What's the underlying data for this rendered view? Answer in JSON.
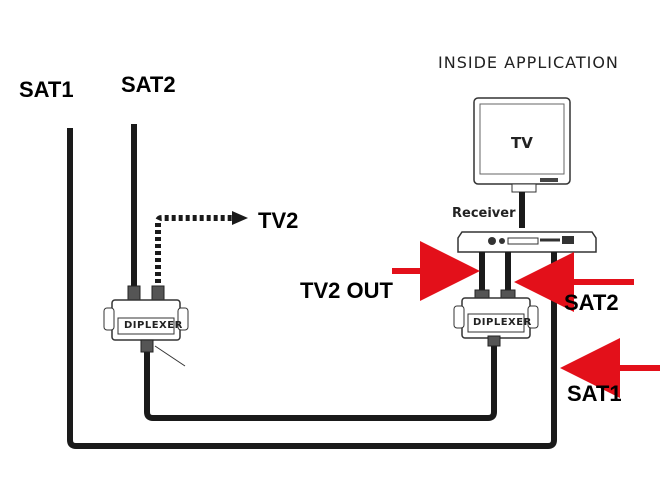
{
  "header": {
    "title": "INSIDE APPLICATION"
  },
  "labels": {
    "sat1_top": "SAT1",
    "sat2_top": "SAT2",
    "tv2": "TV2",
    "tv2_out": "TV2 OUT",
    "sat2_right": "SAT2",
    "sat1_right": "SAT1"
  },
  "devices": {
    "tv": "TV",
    "receiver": "Receiver",
    "diplexer_left": "DIPLEXER",
    "diplexer_right": "DIPLEXER"
  },
  "colors": {
    "cable": "#1a1a1a",
    "arrow_red": "#e3101a",
    "device_stroke": "#333333"
  }
}
